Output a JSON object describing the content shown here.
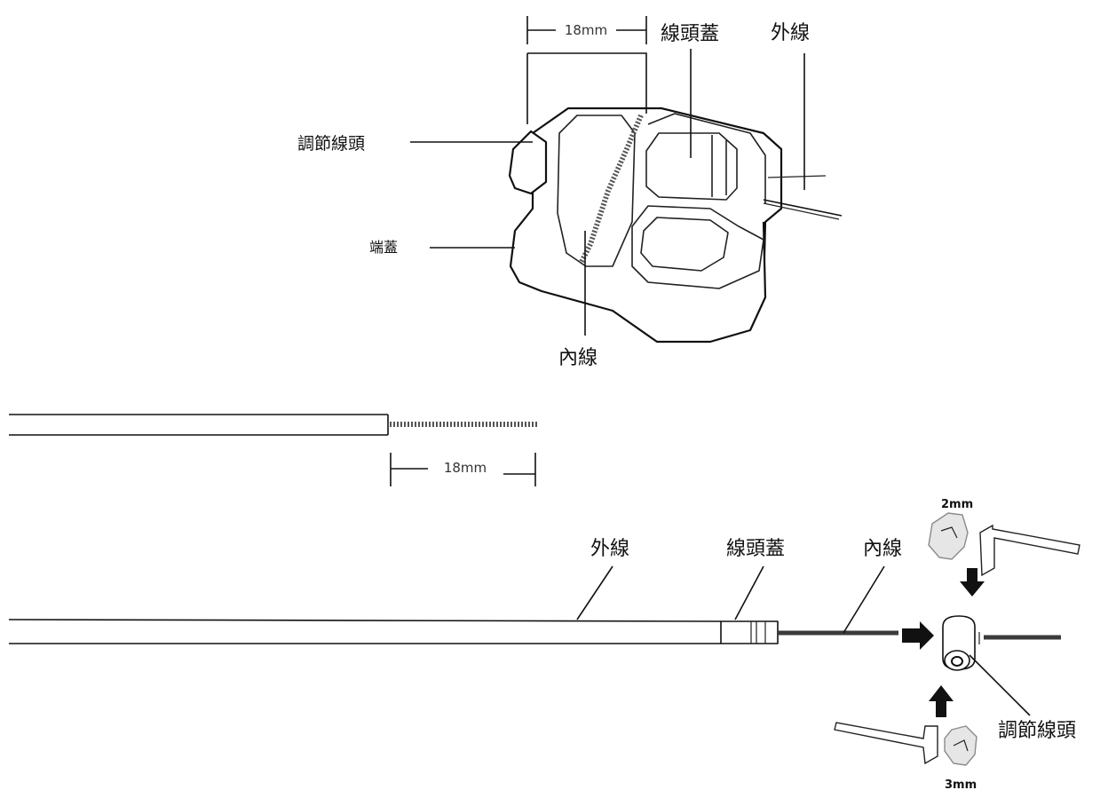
{
  "labels": {
    "adjuster_top": "調節線頭",
    "end_cap_top": "端蓋",
    "ferrule_top": "線頭蓋",
    "outer_top": "外線",
    "inner_top": "內線",
    "dim_top": "18mm",
    "dim_middle": "18mm",
    "outer_bottom": "外線",
    "ferrule_bottom": "線頭蓋",
    "inner_bottom": "內線",
    "adjuster_bottom": "調節線頭",
    "tool_top": "2mm",
    "tool_bottom": "3mm"
  },
  "icons": {
    "hex_key": "hex-key-icon",
    "hand_grip": "hand-grip-icon",
    "arrow": "arrow-icon"
  },
  "colors": {
    "line": "#111111",
    "wire": "#3a3a3a",
    "grip": "#e6e6e6"
  }
}
